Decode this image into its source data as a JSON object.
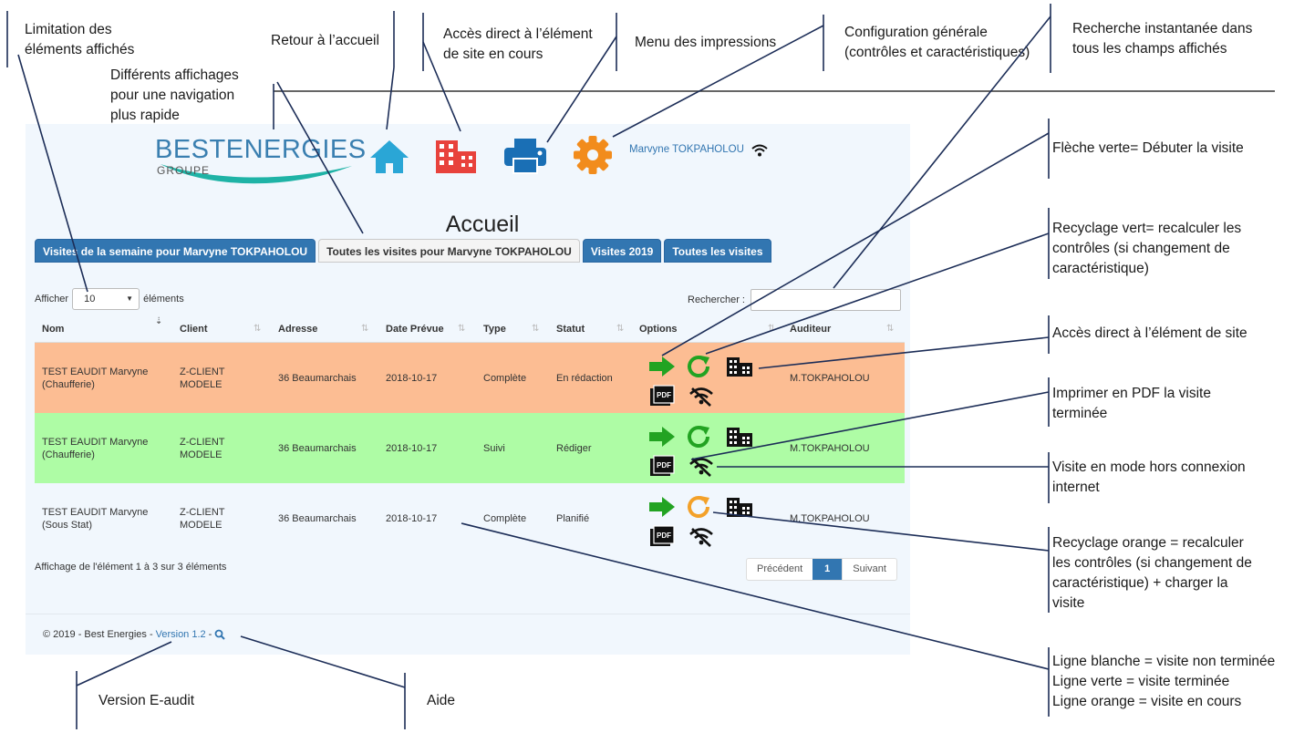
{
  "annotations": {
    "limitation": [
      "Limitation des",
      "éléments affichés"
    ],
    "affichages": [
      "Différents affichages",
      "pour une navigation",
      "plus rapide"
    ],
    "retour": [
      "Retour à l’accueil"
    ],
    "acces_site": [
      "Accès direct à l’élément",
      "de site en cours"
    ],
    "impressions": [
      "Menu des impressions"
    ],
    "config": [
      "Configuration générale",
      "(contrôles et caractéristiques)"
    ],
    "recherche": [
      "Recherche instantanée dans",
      "tous les champs affichés"
    ],
    "fleche": [
      "Flèche verte= Débuter la visite"
    ],
    "recyclage_vert": [
      "Recyclage vert= recalculer les",
      "contrôles (si changement de",
      "caractéristique)"
    ],
    "acces_element": [
      "Accès direct à l’élément de site"
    ],
    "imprimer": [
      "Imprimer en PDF la visite",
      "terminée"
    ],
    "hors_connexion": [
      "Visite en mode hors connexion",
      "internet"
    ],
    "recyclage_orange": [
      "Recyclage orange = recalculer",
      "les contrôles (si changement de",
      "caractéristique) + charger la",
      "visite"
    ],
    "lignes": [
      "Ligne blanche = visite non terminée",
      "Ligne verte = visite terminée",
      "Ligne orange = visite en cours"
    ],
    "version": [
      "Version E-audit"
    ],
    "aide": [
      "Aide"
    ]
  },
  "app": {
    "logo": {
      "word": "BESTENERGIES",
      "sub": "GROUPE"
    },
    "user": "Marvyne TOKPAHOLOU",
    "title": "Accueil",
    "tabs": [
      "Visites de la semaine pour Marvyne TOKPAHOLOU",
      "Toutes les visites pour Marvyne TOKPAHOLOU",
      "Visites 2019",
      "Toutes les visites"
    ],
    "active_tab": 1,
    "length": {
      "label_before": "Afficher",
      "value": "10",
      "label_after": "éléments"
    },
    "search": {
      "label": "Rechercher :",
      "value": ""
    },
    "columns": [
      "Nom",
      "Client",
      "Adresse",
      "Date Prévue",
      "Type",
      "Statut",
      "Options",
      "Auditeur"
    ],
    "rows": [
      {
        "nom": [
          "TEST EAUDIT Marvyne",
          "(Chaufferie)"
        ],
        "client": [
          "Z-CLIENT",
          "MODELE"
        ],
        "adresse": "36 Beaumarchais",
        "date": "2018-10-17",
        "type": "Complète",
        "statut": "En rédaction",
        "auditeur": "M.TOKPAHOLOU",
        "bg": "#fcbd93",
        "recycle_color": "#22a322"
      },
      {
        "nom": [
          "TEST EAUDIT Marvyne",
          "(Chaufferie)"
        ],
        "client": [
          "Z-CLIENT",
          "MODELE"
        ],
        "adresse": "36 Beaumarchais",
        "date": "2018-10-17",
        "type": "Suivi",
        "statut": "Rédiger",
        "auditeur": "M.TOKPAHOLOU",
        "bg": "#aefca5",
        "recycle_color": "#22a322"
      },
      {
        "nom": [
          "TEST EAUDIT Marvyne",
          "(Sous Stat)"
        ],
        "client": [
          "Z-CLIENT",
          "MODELE"
        ],
        "adresse": "36 Beaumarchais",
        "date": "2018-10-17",
        "type": "Complète",
        "statut": "Planifié",
        "auditeur": "M.TOKPAHOLOU",
        "bg": "#f1f7fd",
        "recycle_color": "#f3a129"
      }
    ],
    "info": "Affichage de l'élément 1 à 3 sur 3 éléments",
    "pager": {
      "prev": "Précédent",
      "current": "1",
      "next": "Suivant"
    },
    "footer": {
      "copyright": "© 2019 - Best Energies -",
      "version": "Version 1.2",
      "dash": "-"
    }
  },
  "colors": {
    "accent": "#3276b1",
    "home": "#2aa6d6",
    "building": "#e8423c",
    "printer": "#1a6fb5",
    "gear": "#f28c1c",
    "green_arrow": "#22a322",
    "line": "#1c2d57"
  }
}
